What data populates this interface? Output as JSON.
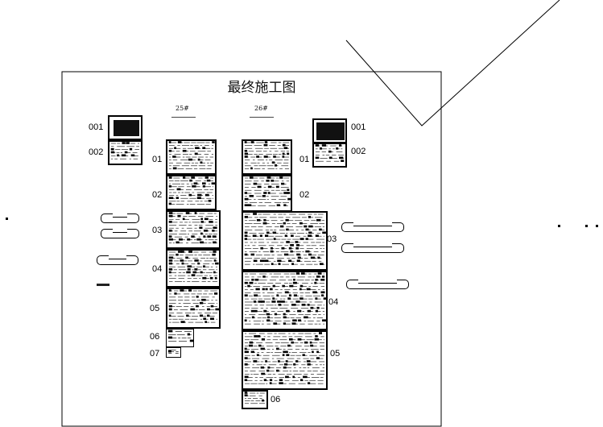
{
  "page": {
    "title": "最终施工图"
  },
  "buildings": [
    {
      "id": "25",
      "label": "25#"
    },
    {
      "id": "26",
      "label": "26#"
    }
  ],
  "left_cover": {
    "labels": [
      "001",
      "002"
    ]
  },
  "right_cover": {
    "labels": [
      "001",
      "002"
    ]
  },
  "col25": {
    "labels": [
      "01",
      "02",
      "03",
      "04",
      "05",
      "06",
      "07"
    ]
  },
  "col26": {
    "labels": [
      "01",
      "02",
      "03",
      "04",
      "05",
      "06"
    ]
  },
  "colors": {
    "ink": "#000000",
    "paper": "#ffffff"
  }
}
